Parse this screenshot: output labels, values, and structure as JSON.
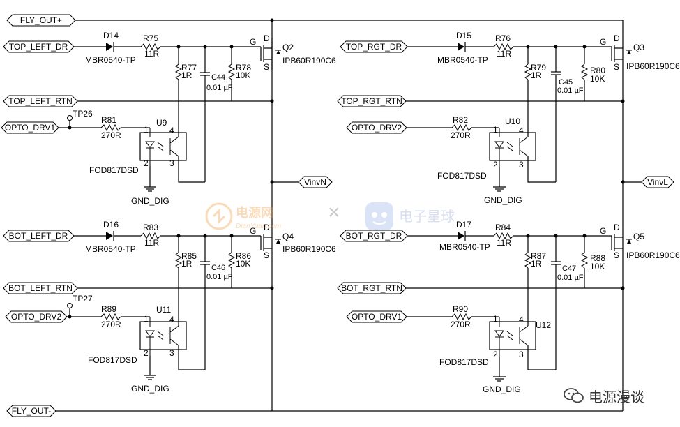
{
  "ports": {
    "fly_out_p": "FLY_OUT+",
    "fly_out_m": "FLY_OUT-",
    "top_left_dr": "TOP_LEFT_DR",
    "top_left_rtn": "TOP_LEFT_RTN",
    "opto_drv1_l": "OPTO_DRV1",
    "bot_left_dr": "BOT_LEFT_DR",
    "bot_left_rtn": "BOT_LEFT_RTN",
    "opto_drv2_l": "OPTO_DRV2",
    "top_rgt_dr": "TOP_RGT_DR",
    "top_rgt_rtn": "TOP_RGT_RTN",
    "opto_drv2_r": "OPTO_DRV2",
    "bot_rgt_dr": "BOT_RGT_DR",
    "bot_rgt_rtn": "BOT_RGT_RTN",
    "opto_drv1_r": "OPTO_DRV1",
    "vinvn": "VinvN",
    "vinvl": "VinvL"
  },
  "tl": {
    "d": "D14",
    "dpart": "MBR0540-TP",
    "rg": "R75",
    "rgv": "11R",
    "rs": "R77",
    "rsv": "1R",
    "c": "C44",
    "cv": "0.01 µF",
    "rb": "R78",
    "rbv": "10K",
    "q": "Q2",
    "qpart": "IPB60R190C6",
    "ro": "R81",
    "rov": "270R",
    "u": "U9",
    "upart": "FOD817DSD",
    "tp": "TP26",
    "gnd": "GND_DIG"
  },
  "bl": {
    "d": "D16",
    "dpart": "MBR0540-TP",
    "rg": "R83",
    "rgv": "11R",
    "rs": "R85",
    "rsv": "1R",
    "c": "C46",
    "cv": "0.01 µF",
    "rb": "R86",
    "rbv": "10K",
    "q": "Q4",
    "qpart": "IPB60R190C6",
    "ro": "R89",
    "rov": "270R",
    "u": "U11",
    "upart": "FOD817DSD",
    "tp": "TP27",
    "gnd": "GND_DIG"
  },
  "tr": {
    "d": "D15",
    "dpart": "MBR0540-TP",
    "rg": "R76",
    "rgv": "11R",
    "rs": "R79",
    "rsv": "1R",
    "c": "C45",
    "cv": "0.01 µF",
    "rb": "R80",
    "rbv": "10K",
    "q": "Q3",
    "qpart": "IPB60R190C6",
    "ro": "R82",
    "rov": "270R",
    "u": "U10",
    "upart": "FOD817DSD",
    "gnd": "GND_DIG"
  },
  "br": {
    "d": "D17",
    "dpart": "MBR0540-TP",
    "rg": "R84",
    "rgv": "11R",
    "rs": "R87",
    "rsv": "1R",
    "c": "C47",
    "cv": "0.01 µF",
    "rb": "R88",
    "rbv": "10K",
    "q": "Q5",
    "qpart": "IPB60R190C6",
    "ro": "R90",
    "rov": "270R",
    "u": "U12",
    "upart": "FOD817DSD",
    "gnd": "GND_DIG"
  },
  "pins": {
    "g": "G",
    "d": "D",
    "s": "S",
    "p1": "1",
    "p2": "2",
    "p3": "3",
    "p4": "4"
  },
  "watermarks": {
    "site": "电源网",
    "site_url": "DianYuan.com",
    "x": "×",
    "planet": "电子星球",
    "brand": "电源漫谈"
  }
}
